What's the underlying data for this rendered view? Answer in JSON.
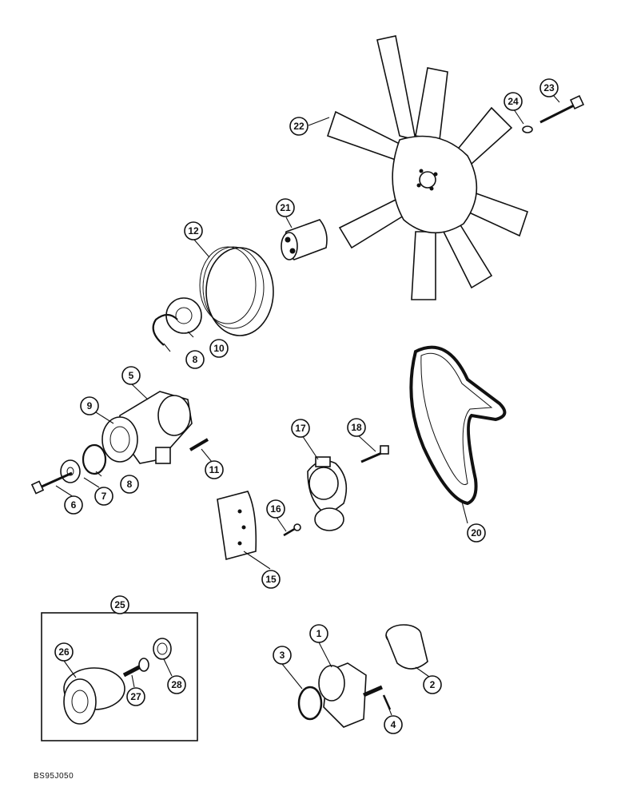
{
  "diagram": {
    "doc_code": "BS95J050",
    "callouts": [
      {
        "id": "c1",
        "label": "1"
      },
      {
        "id": "c2",
        "label": "2"
      },
      {
        "id": "c3",
        "label": "3"
      },
      {
        "id": "c4",
        "label": "4"
      },
      {
        "id": "c5",
        "label": "5"
      },
      {
        "id": "c6",
        "label": "6"
      },
      {
        "id": "c7",
        "label": "7"
      },
      {
        "id": "c8a",
        "label": "8"
      },
      {
        "id": "c8b",
        "label": "8"
      },
      {
        "id": "c9",
        "label": "9"
      },
      {
        "id": "c10",
        "label": "10"
      },
      {
        "id": "c11",
        "label": "11"
      },
      {
        "id": "c12",
        "label": "12"
      },
      {
        "id": "c15",
        "label": "15"
      },
      {
        "id": "c16",
        "label": "16"
      },
      {
        "id": "c17",
        "label": "17"
      },
      {
        "id": "c18",
        "label": "18"
      },
      {
        "id": "c20",
        "label": "20"
      },
      {
        "id": "c21",
        "label": "21"
      },
      {
        "id": "c22",
        "label": "22"
      },
      {
        "id": "c23",
        "label": "23"
      },
      {
        "id": "c24",
        "label": "24"
      },
      {
        "id": "c25",
        "label": "25"
      },
      {
        "id": "c26",
        "label": "26"
      },
      {
        "id": "c27",
        "label": "27"
      },
      {
        "id": "c28",
        "label": "28"
      }
    ]
  }
}
